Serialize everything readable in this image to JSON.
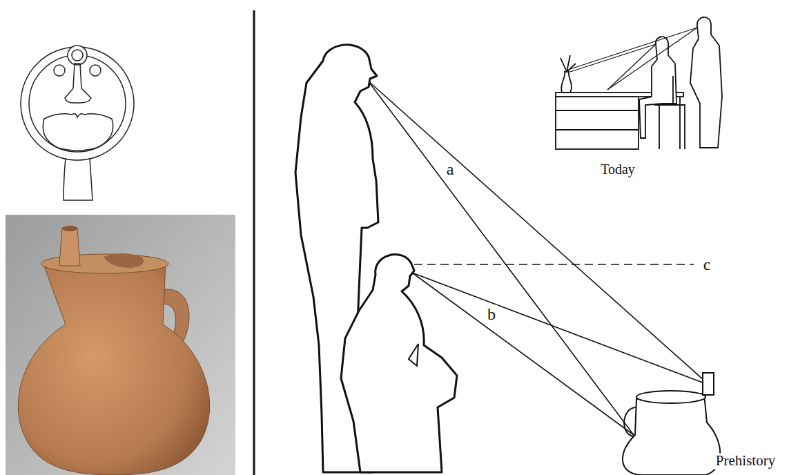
{
  "diagram": {
    "labels": [
      "a",
      "b",
      "c",
      "Today",
      "Prehistory"
    ]
  }
}
